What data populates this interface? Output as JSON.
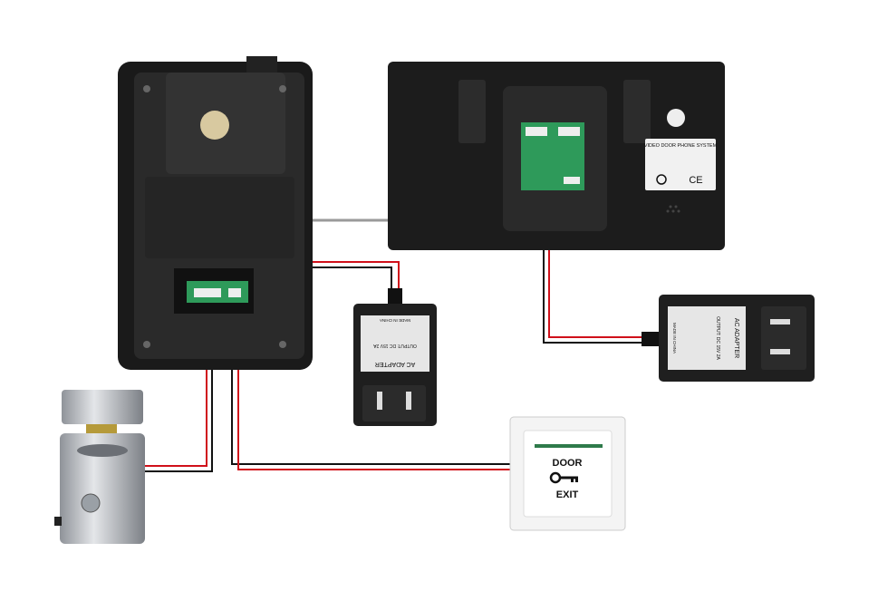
{
  "monitor": {
    "label_title": "VIDEO DOOR PHONE SYSTEM",
    "ce_mark": "CE"
  },
  "adapter_left": {
    "title": "AC ADAPTER",
    "made_in": "MADE IN CHINA",
    "output": "OUTPUT: DC 15V 2A"
  },
  "adapter_right": {
    "title": "AC ADAPTER",
    "made_in": "MADE IN CHINA",
    "output": "OUTPUT: DC 15V 2A"
  },
  "exit_button": {
    "line1": "DOOR",
    "line2": "EXIT"
  },
  "colors": {
    "wire_red": "#d0101a",
    "wire_black": "#111111",
    "wire_grey": "#9a9a9a",
    "device_body": "#1c1c1c",
    "pcb_green": "#2e9a5a"
  }
}
